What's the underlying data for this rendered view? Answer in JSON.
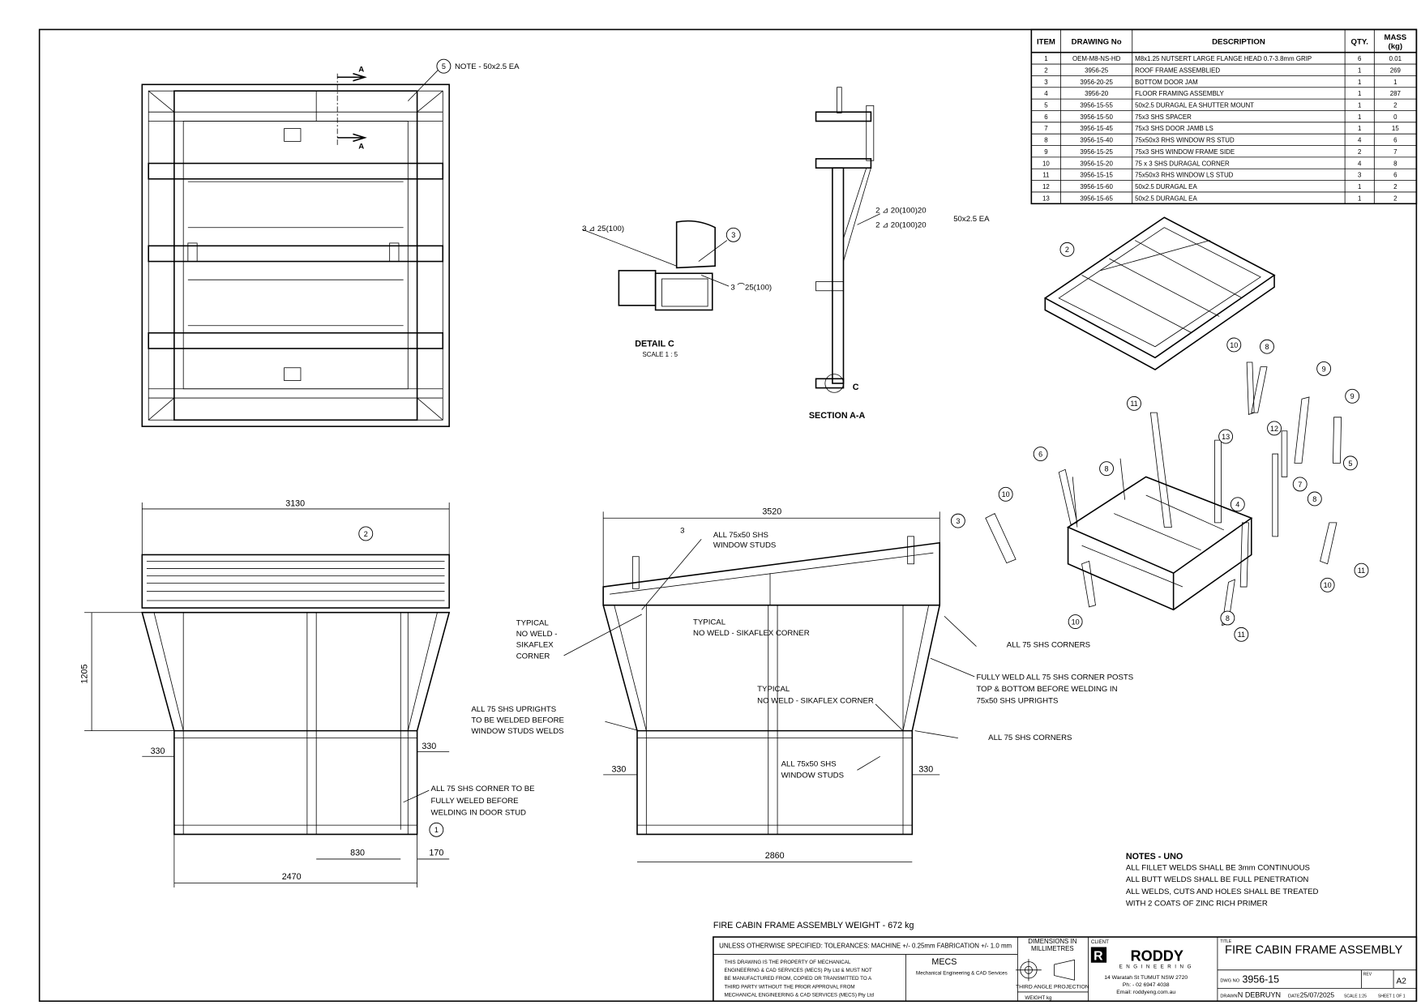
{
  "bom": {
    "headers": {
      "item": "ITEM",
      "drawing": "DRAWING No",
      "description": "DESCRIPTION",
      "qty": "QTY.",
      "mass": "MASS",
      "mass_unit": "(kg)"
    },
    "rows": [
      {
        "item": "1",
        "drawing": "OEM-M8-NS-HD",
        "description": "M8x1.25 NUTSERT LARGE FLANGE HEAD 0.7-3.8mm GRIP",
        "qty": "6",
        "mass": "0.01"
      },
      {
        "item": "2",
        "drawing": "3956-25",
        "description": "ROOF FRAME ASSEMBLIED",
        "qty": "1",
        "mass": "269"
      },
      {
        "item": "3",
        "drawing": "3956-20-25",
        "description": "BOTTOM DOOR JAM",
        "qty": "1",
        "mass": "1"
      },
      {
        "item": "4",
        "drawing": "3956-20",
        "description": "FLOOR FRAMING ASSEMBLY",
        "qty": "1",
        "mass": "287"
      },
      {
        "item": "5",
        "drawing": "3956-15-55",
        "description": "50x2.5 DURAGAL EA SHUTTER MOUNT",
        "qty": "1",
        "mass": "2"
      },
      {
        "item": "6",
        "drawing": "3956-15-50",
        "description": "75x3 SHS SPACER",
        "qty": "1",
        "mass": "0"
      },
      {
        "item": "7",
        "drawing": "3956-15-45",
        "description": "75x3 SHS DOOR JAMB LS",
        "qty": "1",
        "mass": "15"
      },
      {
        "item": "8",
        "drawing": "3956-15-40",
        "description": "75x50x3 RHS WINDOW RS STUD",
        "qty": "4",
        "mass": "6"
      },
      {
        "item": "9",
        "drawing": "3956-15-25",
        "description": "75x3 SHS WINDOW FRAME SIDE",
        "qty": "2",
        "mass": "7"
      },
      {
        "item": "10",
        "drawing": "3956-15-20",
        "description": "75 x 3 SHS DURAGAL CORNER",
        "qty": "4",
        "mass": "8"
      },
      {
        "item": "11",
        "drawing": "3956-15-15",
        "description": "75x50x3 RHS WINDOW LS STUD",
        "qty": "3",
        "mass": "6"
      },
      {
        "item": "12",
        "drawing": "3956-15-60",
        "description": "50x2.5 DURAGAL EA",
        "qty": "1",
        "mass": "2"
      },
      {
        "item": "13",
        "drawing": "3956-15-65",
        "description": "50x2.5 DURAGAL EA",
        "qty": "1",
        "mass": "2"
      }
    ]
  },
  "top_view": {
    "note": "NOTE - 50x2.5 EA",
    "section_label": "A"
  },
  "detail_c": {
    "title": "DETAIL C",
    "scale": "SCALE 1 : 5",
    "weld_top": "3 ⊿ 25(100)",
    "weld_bottom": "3 ⌒25(100)"
  },
  "section_aa": {
    "title": "SECTION A-A",
    "detail_ref": "C",
    "weld1": "2 ⊿ 20(100)20",
    "weld2": "2 ⊿ 20(100)20",
    "weld_note": "50x2.5 EA"
  },
  "front_view": {
    "dims": {
      "width_top": "3130",
      "height": "1205",
      "left_offset": "330",
      "right_offset": "330",
      "door": "830",
      "door_side": "170",
      "width_bottom": "2470"
    },
    "notes": [
      "ALL 75 SHS CORNER TO BE",
      "FULLY WELED BEFORE",
      "WELDING IN DOOR STUD"
    ]
  },
  "side_view": {
    "dims": {
      "width_top": "3520",
      "width_bottom": "2860",
      "left_offset": "330",
      "right_offset": "330"
    },
    "weld_studs_top": [
      "ALL 75x50 SHS",
      "WINDOW STUDS"
    ],
    "weld_studs_bottom": [
      "ALL 75x50 SHS",
      "WINDOW STUDS"
    ],
    "typical_left": [
      "TYPICAL",
      "NO WELD -",
      "SIKAFLEX",
      "CORNER"
    ],
    "typical_mid": [
      "TYPICAL",
      "NO WELD - SIKAFLEX CORNER"
    ],
    "typical_low": [
      "TYPICAL",
      "NO WELD - SIKAFLEX CORNER"
    ],
    "uprights": [
      "ALL 75 SHS UPRIGHTS",
      "TO BE WELDED BEFORE",
      "WINDOW STUDS WELDS"
    ],
    "corners_top": "ALL 75 SHS CORNERS",
    "corners_low": "ALL 75 SHS CORNERS",
    "posts": [
      "FULLY WELD ALL 75 SHS CORNER POSTS",
      "TOP & BOTTOM BEFORE WELDING IN",
      "75x50 SHS UPRIGHTS"
    ],
    "weld_size": "3"
  },
  "balloons": [
    "5",
    "2",
    "3",
    "2",
    "10",
    "8",
    "9",
    "9",
    "11",
    "13",
    "12",
    "5",
    "7",
    "6",
    "8",
    "4",
    "3",
    "10",
    "11",
    "10",
    "8",
    "11",
    "10",
    "8",
    "1"
  ],
  "notes": {
    "title": "NOTES - UNO",
    "lines": [
      "ALL FILLET WELDS SHALL BE 3mm CONTINUOUS",
      "ALL BUTT WELDS SHALL BE FULL PENETRATION",
      "ALL WELDS, CUTS AND HOLES SHALL BE TREATED",
      "WITH 2 COATS OF ZINC RICH PRIMER"
    ]
  },
  "weight_line": "FIRE CABIN FRAME ASSEMBLY WEIGHT -  672 kg",
  "title_block": {
    "tolerances": "UNLESS OTHERWISE SPECIFIED: TOLERANCES: MACHINE +/- 0.25mm  FABRICATION +/- 1.0 mm",
    "dimensions_in": "DIMENSIONS IN",
    "units": "MILLIMETRES",
    "property_notice": [
      "THIS DRAWING IS THE PROPERTY OF MECHANICAL",
      "ENGINEERING & CAD SERVICES (MECS) Pty Ltd & MUST NOT",
      "BE MANUFACTURED FROM, COPIED OR TRANSMITTED TO A",
      "THIRD PARTY WITHOUT THE PRIOR APPROVAL FROM",
      "MECHANICAL ENGINEERING & CAD SERVICES (MECS) Pty Ltd"
    ],
    "mecs": "MECS",
    "mecs_sub": "Mechanical Engineering & CAD Services",
    "projection": "THIRD ANGLE PROJECTION",
    "weight_label": "WEIGHT  kg",
    "client_label": "CLIENT",
    "client_logo": "RODDY",
    "client_logo_sub": "ENGINEERING",
    "client_address": "14 Waratah St TUMUT NSW 2720",
    "client_phone": "Ph: - 02 6947 4038",
    "client_email": "Email: roddyeng.com.au",
    "title_label": "TITLE",
    "title": "FIRE CABIN FRAME ASSEMBLY",
    "dwg_label": "DWG NO",
    "dwg_no": "3956-15",
    "rev_label": "REV",
    "size": "A2",
    "drawn_label": "DRAWN",
    "drawn_by": "N DEBRUYN",
    "date_label": "DATE",
    "date": "25/07/2025",
    "scale": "SCALE 1:25",
    "sheet": "SHEET 1 OF 1"
  }
}
